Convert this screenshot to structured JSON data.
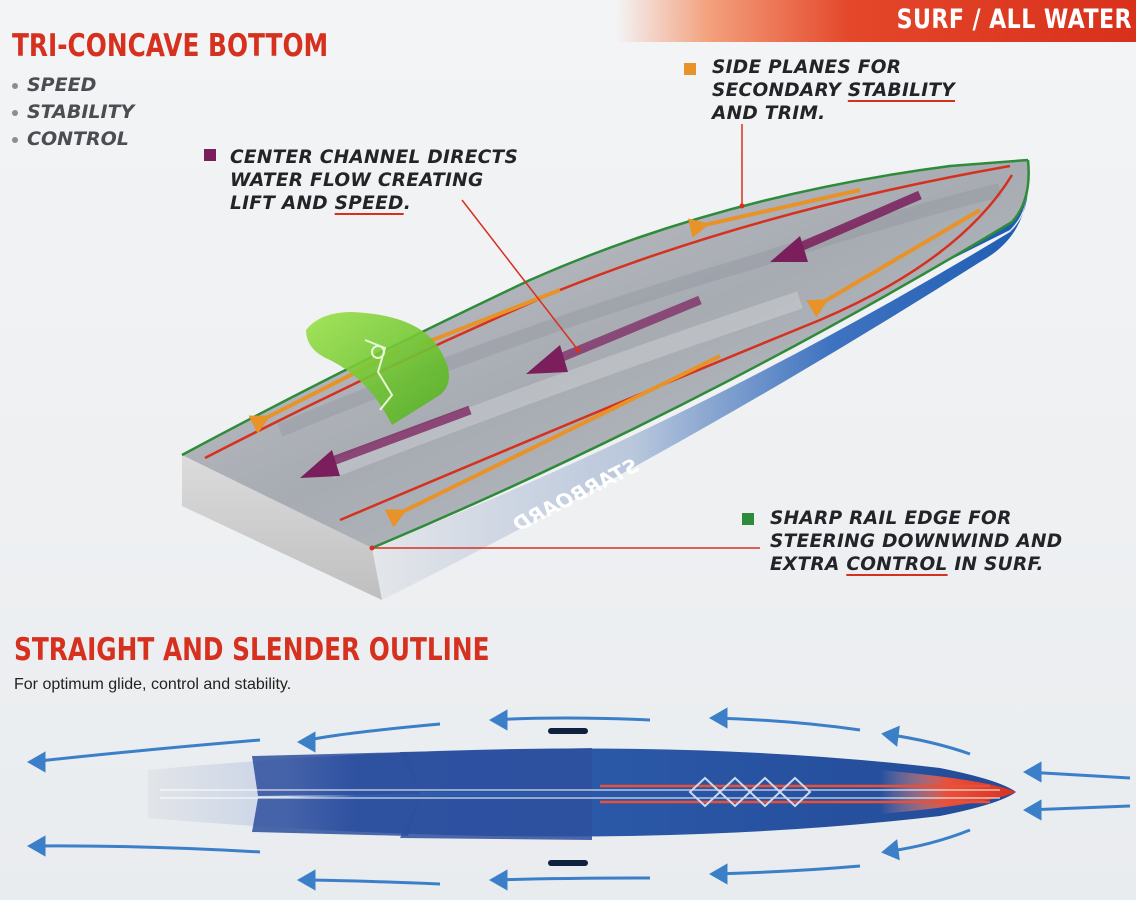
{
  "banner": {
    "text": "SURF / ALL WATER"
  },
  "tri_concave": {
    "title": "TRI-CONCAVE BOTTOM",
    "items": [
      "SPEED",
      "STABILITY",
      "CONTROL"
    ]
  },
  "callouts": {
    "side_planes": {
      "lines": [
        "SIDE PLANES FOR",
        "SECONDARY ",
        "STABILITY",
        "AND TRIM."
      ],
      "color": "#e8922a"
    },
    "center_channel": {
      "lines": [
        "CENTER CHANNEL DIRECTS",
        "WATER FLOW CREATING",
        "LIFT AND ",
        "SPEED",
        "."
      ],
      "color": "#7a1f5c"
    },
    "sharp_rail": {
      "lines": [
        "SHARP RAIL EDGE FOR",
        "STEERING DOWNWIND AND",
        "EXTRA ",
        "CONTROL",
        " IN SURF."
      ],
      "color": "#2e8b3a"
    }
  },
  "outline": {
    "title": "STRAIGHT AND SLENDER OUTLINE",
    "subtitle": "For optimum glide, control and stability."
  },
  "board_logo": "STARBOARD",
  "colors": {
    "accent_red": "#d6311f",
    "side_plane_orange": "#e8922a",
    "center_channel_purple": "#7a1f5c",
    "rail_green": "#2e8b3a",
    "board_blue": "#2a5aa8",
    "flow_arrow_blue": "#3c7fc9",
    "fin_green": "#7ccf3a"
  },
  "icons": {
    "fin": "fin-icon",
    "flow_arrow": "flow-arrow-icon"
  }
}
